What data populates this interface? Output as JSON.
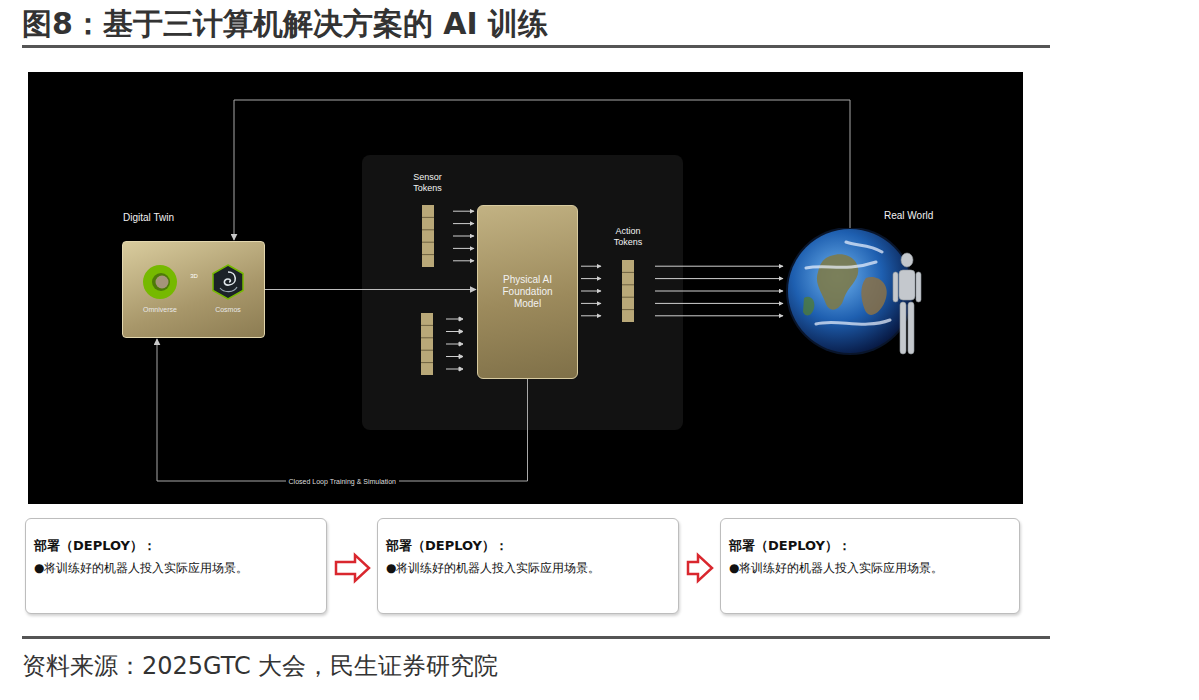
{
  "diagram": {
    "title": "图8：基于三计算机解决方案的 AI 训练",
    "caption": "资料来源：2025GTC 大会，民生证券研究院",
    "nodes": [
      {
        "text": [
          "Digital Twin"
        ]
      },
      {
        "text": [
          "Omniverse"
        ],
        "in": 0
      },
      {
        "text": [
          "Cosmos"
        ],
        "in": 0
      },
      {
        "text": [
          "Sensor Tokens"
        ]
      },
      {
        "text": [
          "Physical AI Foundation Model"
        ]
      },
      {
        "text": [
          "Action Tokens"
        ]
      },
      {
        "text": [
          "Real World"
        ]
      },
      {
        "text": [
          "部署（DEPLOY）：",
          "●将训练好的机器人投入实际应用场景。"
        ]
      },
      {
        "text": [
          "部署（DEPLOY）：",
          "●将训练好的机器人投入实际应用场景。"
        ]
      },
      {
        "text": [
          "部署（DEPLOY）：",
          "●将训练好的机器人投入实际应用场景。"
        ]
      }
    ],
    "edges": [
      {
        "from": 1,
        "to": 2,
        "arrow": "to",
        "label": "3D"
      },
      {
        "from": 0,
        "to": 4,
        "arrow": "to"
      },
      {
        "from": 3,
        "to": 4,
        "arrow": "to"
      },
      {
        "from": 4,
        "to": 5,
        "arrow": "to"
      },
      {
        "from": 5,
        "to": 6,
        "arrow": "to"
      },
      {
        "from": 6,
        "to": 0,
        "arrow": "to"
      },
      {
        "from": 4,
        "to": 0,
        "arrow": "to",
        "label": "Closed Loop Training & Simulation"
      },
      {
        "from": 7,
        "to": 8,
        "arrow": "to"
      },
      {
        "from": 8,
        "to": 9,
        "arrow": "to"
      }
    ]
  }
}
